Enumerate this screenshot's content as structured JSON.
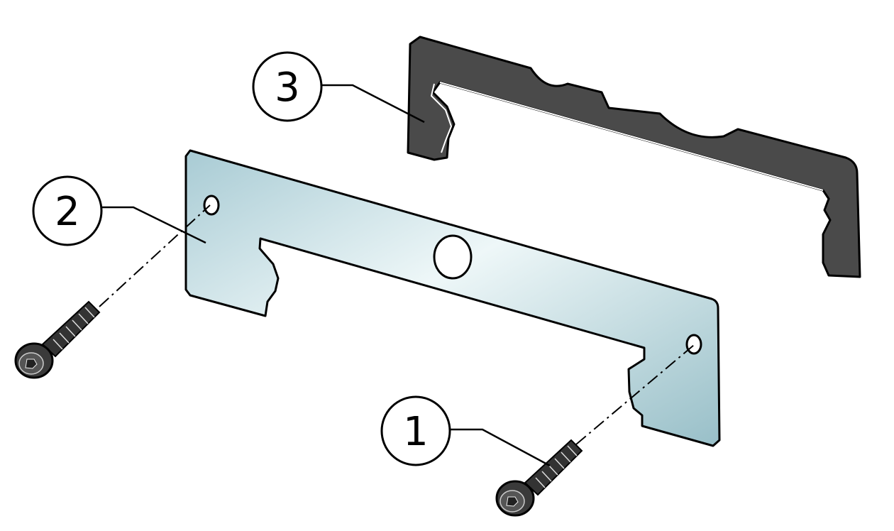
{
  "callouts": [
    {
      "label": "1",
      "part": "screw"
    },
    {
      "label": "2",
      "part": "mounting-plate"
    },
    {
      "label": "3",
      "part": "frame"
    }
  ],
  "colors": {
    "plate_light": "#e8f4f6",
    "plate_dark": "#9fc4cd",
    "frame": "#4a4a4a",
    "screw": "#3a3a3a",
    "outline": "#000000"
  }
}
